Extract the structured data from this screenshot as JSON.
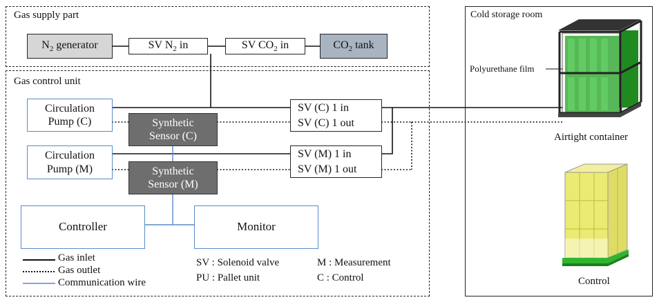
{
  "gas_supply": {
    "title": "Gas supply part",
    "n2_generator": {
      "prefix": "N",
      "sub": "2",
      "suffix": " generator"
    },
    "sv_n2_in": {
      "prefix": "SV N",
      "sub": "2",
      "suffix": " in"
    },
    "sv_co2_in": {
      "prefix": "SV CO",
      "sub": "2",
      "suffix": " in"
    },
    "co2_tank": {
      "prefix": "CO",
      "sub": "2",
      "suffix": " tank"
    }
  },
  "gas_control": {
    "title": "Gas control unit",
    "pump_c": [
      "Circulation",
      "Pump (C)"
    ],
    "pump_m": [
      "Circulation",
      "Pump (M)"
    ],
    "sensor_c": [
      "Synthetic",
      "Sensor (C)"
    ],
    "sensor_m": [
      "Synthetic",
      "Sensor (M)"
    ],
    "sv_c": [
      "SV (C) 1 in",
      "SV (C) 1 out"
    ],
    "sv_m": [
      "SV (M) 1 in",
      "SV (M) 1 out"
    ],
    "controller": "Controller",
    "monitor": "Monitor"
  },
  "legend": {
    "gas_inlet": "Gas inlet",
    "gas_outlet": "Gas outlet",
    "communication_wire": "Communication wire"
  },
  "abbreviations": {
    "sv": "SV : Solenoid valve",
    "pu": "PU : Pallet unit",
    "m": "M : Measurement",
    "c": "C : Control"
  },
  "cold_storage": {
    "title": "Cold storage room",
    "film_label": "Polyurethane film",
    "container_label": "Airtight container",
    "control_label": "Control"
  },
  "colors": {
    "line": "#111111",
    "communication": "#5a8ac6",
    "sensor_fill": "#6e6e6e",
    "n2_fill": "#d6d6d6",
    "co2_fill": "#a9b4c2",
    "produce_green": "#2fa82f",
    "control_yellow": "#e8e65a"
  }
}
